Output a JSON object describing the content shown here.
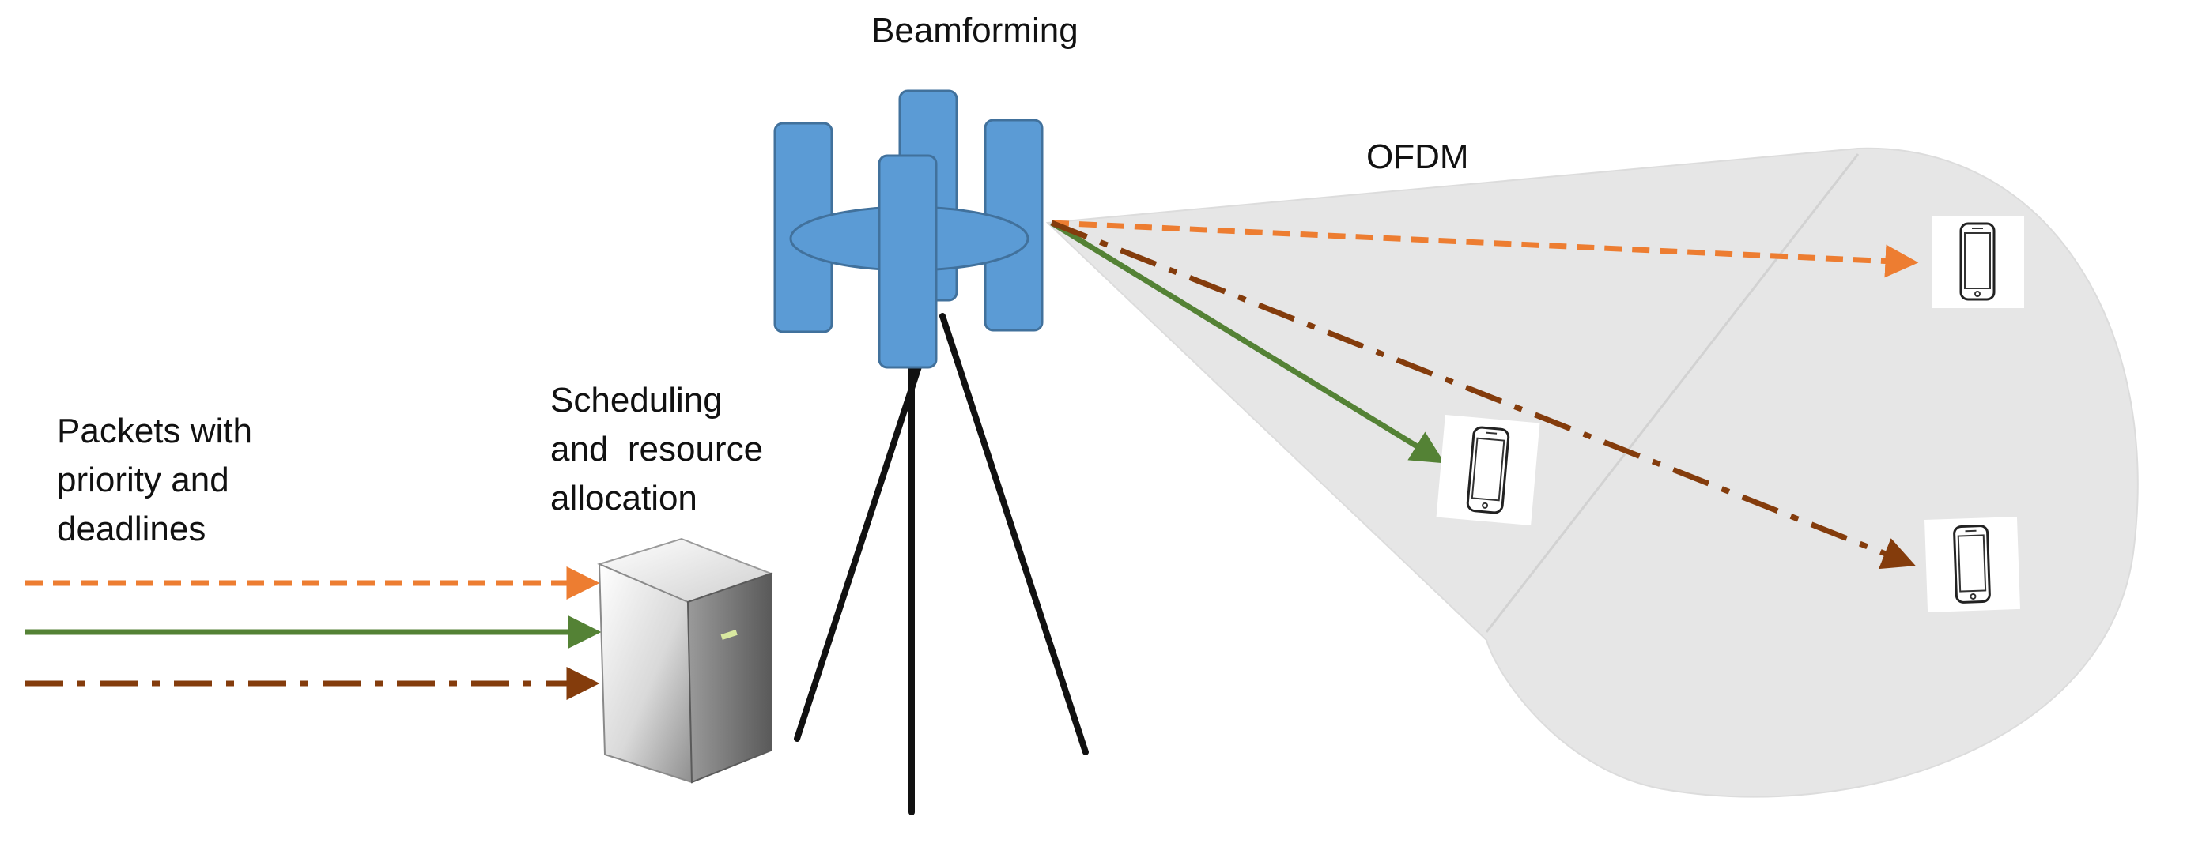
{
  "labels": {
    "beamforming": "Beamforming",
    "ofdm": "OFDM",
    "scheduling": [
      "Scheduling",
      "and  resource",
      "allocation"
    ],
    "packets": [
      "Packets with",
      "priority and",
      "deadlines"
    ]
  },
  "colors": {
    "high_priority_flow": "#ED7D31",
    "normal_flow": "#548235",
    "low_priority_flow": "#843C0C",
    "antenna_panel": "#5B9BD5",
    "antenna_outline": "#41719C",
    "coverage_area": "#E6E6E6",
    "tower_legs": "#111111"
  },
  "flows": [
    {
      "name": "orange-dashed",
      "style": "dashed",
      "color_key": "high_priority_flow"
    },
    {
      "name": "green-solid",
      "style": "solid",
      "color_key": "normal_flow"
    },
    {
      "name": "brown-dash-dot",
      "style": "dash-dot",
      "color_key": "low_priority_flow"
    }
  ],
  "icons": {
    "server": "server-icon",
    "phone": "smartphone-icon",
    "antenna": "antenna-icon"
  }
}
